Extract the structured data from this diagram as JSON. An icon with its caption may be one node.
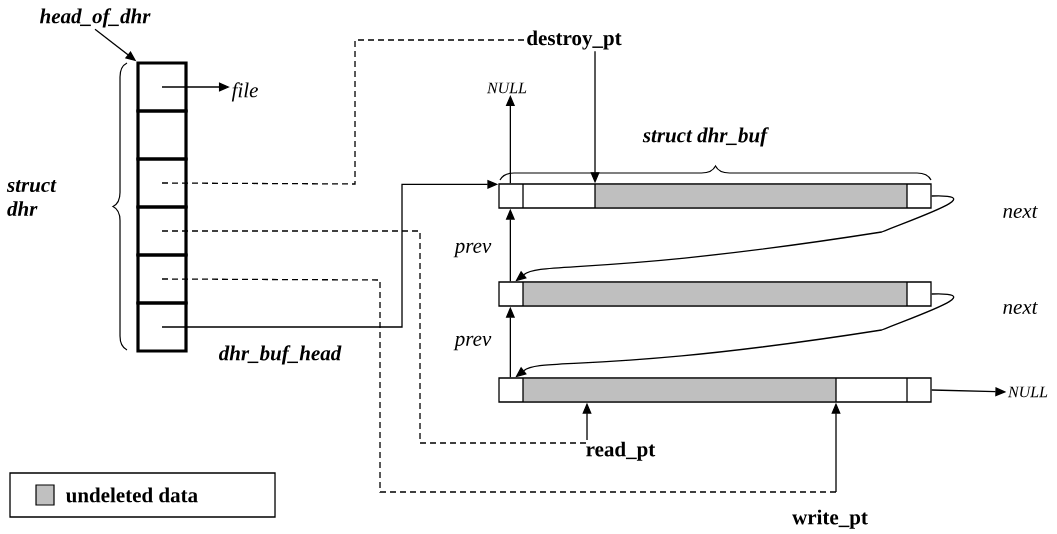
{
  "diagram": {
    "nodes": [
      {
        "text": [
          "head_of_dhr"
        ]
      },
      {
        "text": [],
        "shape": "box"
      },
      {
        "text": [],
        "shape": "box"
      },
      {
        "text": [],
        "shape": "box"
      },
      {
        "text": [],
        "shape": "box"
      },
      {
        "text": [],
        "shape": "box"
      },
      {
        "text": [],
        "shape": "box"
      },
      {
        "text": [
          "file"
        ]
      },
      {
        "text": [
          "destroy_pt"
        ]
      },
      {
        "text": [
          "NULL"
        ]
      },
      {
        "text": [],
        "shape": "bar"
      },
      {
        "text": [],
        "shape": "bar"
      },
      {
        "text": [],
        "shape": "bar"
      },
      {
        "text": [
          "NULL"
        ]
      },
      {
        "text": [
          "read_pt"
        ]
      },
      {
        "text": [
          "write_pt"
        ]
      }
    ],
    "edges": [
      {
        "from": 0,
        "to": 1,
        "arrow": "to"
      },
      {
        "from": 1,
        "to": 7,
        "arrow": "to"
      },
      {
        "from": 3,
        "to": 8,
        "arrow": "none",
        "style": "dashed"
      },
      {
        "from": 8,
        "to": 10,
        "arrow": "to"
      },
      {
        "from": 4,
        "to": 14,
        "arrow": "none",
        "style": "dashed"
      },
      {
        "from": 14,
        "to": 12,
        "arrow": "to"
      },
      {
        "from": 5,
        "to": 15,
        "arrow": "none",
        "style": "dashed"
      },
      {
        "from": 15,
        "to": 12,
        "arrow": "to"
      },
      {
        "from": 6,
        "to": 10,
        "arrow": "to",
        "label": "dhr_buf_head"
      },
      {
        "from": 10,
        "to": 9,
        "arrow": "to"
      },
      {
        "from": 10,
        "to": 11,
        "arrow": "to",
        "label": "next"
      },
      {
        "from": 11,
        "to": 10,
        "arrow": "to",
        "label": "prev"
      },
      {
        "from": 11,
        "to": 12,
        "arrow": "to",
        "label": "next"
      },
      {
        "from": 12,
        "to": 11,
        "arrow": "to",
        "label": "prev"
      },
      {
        "from": 12,
        "to": 13,
        "arrow": "to"
      }
    ],
    "labels": [
      "struct dhr",
      "struct dhr_buf"
    ],
    "legend": [
      {
        "text": "undeleted data",
        "color": "#c0c0c0"
      }
    ]
  }
}
